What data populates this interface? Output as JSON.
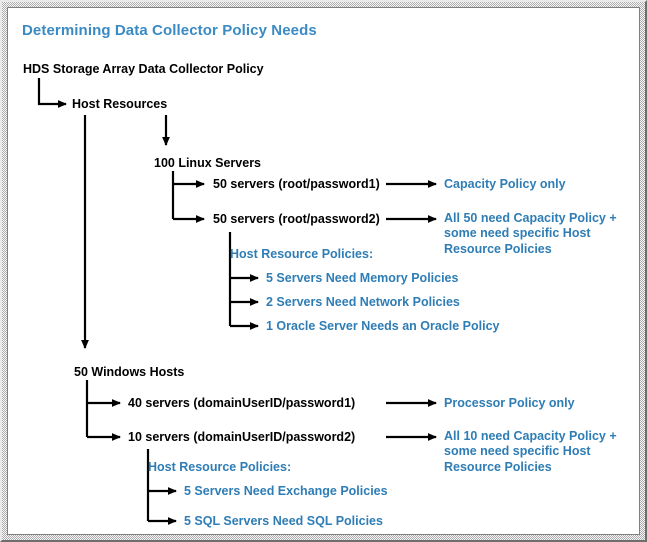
{
  "diagram": {
    "title": "Determining Data Collector Policy Needs",
    "root": "HDS Storage Array Data Collector Policy",
    "host_resources": "Host Resources",
    "linux": {
      "group": "100 Linux Servers",
      "branch1": "50 servers (root/password1)",
      "branch1_result": "Capacity Policy only",
      "branch2": "50 servers (root/password2)",
      "branch2_result": "All 50 need Capacity Policy + some need specific Host Resource Policies",
      "policies_label": "Host Resource Policies:",
      "policies": [
        "5 Servers Need Memory Policies",
        "2 Servers Need Network Policies",
        "1 Oracle Server Needs an Oracle Policy"
      ]
    },
    "windows": {
      "group": "50 Windows Hosts",
      "branch1": "40 servers (domainUserID/password1)",
      "branch1_result": "Processor Policy only",
      "branch2": "10 servers (domainUserID/password2)",
      "branch2_result": "All 10 need Capacity Policy + some need specific Host Resource Policies",
      "policies_label": "Host Resource Policies:",
      "policies": [
        "5 Servers Need Exchange Policies",
        "5 SQL Servers Need SQL Policies"
      ]
    },
    "colors": {
      "title_blue": "#3a8ac4",
      "text_blue": "#2e7db5",
      "text_black": "#000000",
      "connector": "#000000",
      "frame_grey": "#c0c0c0",
      "canvas_white": "#ffffff"
    }
  }
}
